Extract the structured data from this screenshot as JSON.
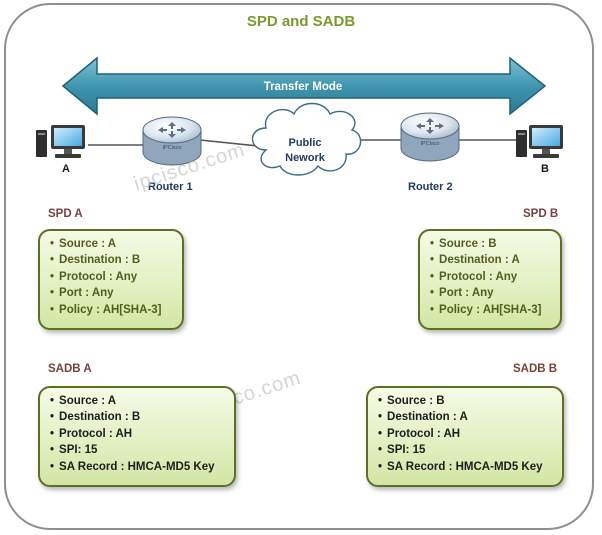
{
  "title": "SPD and SADB",
  "transfer_mode": "Transfer Mode",
  "cloud_label": [
    "Public",
    "Nework"
  ],
  "router_icon_text": "IPCisco",
  "routers": [
    "Router 1",
    "Router 2"
  ],
  "hosts": [
    "A",
    "B"
  ],
  "watermark": "ipcisco.com",
  "spd_a": {
    "title": "SPD A",
    "items": [
      "Source : A",
      "Destination : B",
      "Protocol : Any",
      "Port : Any",
      "Policy  : AH[SHA-3]"
    ]
  },
  "spd_b": {
    "title": "SPD B",
    "items": [
      "Source : B",
      "Destination : A",
      "Protocol : Any",
      "Port : Any",
      "Policy  : AH[SHA-3]"
    ]
  },
  "sadb_a": {
    "title": "SADB A",
    "items": [
      "Source : A",
      "Destination : B",
      "Protocol : AH",
      "SPI: 15",
      "SA Record : HMCA-MD5 Key"
    ]
  },
  "sadb_b": {
    "title": "SADB B",
    "items": [
      "Source : B",
      "Destination : A",
      "Protocol : AH",
      "SPI: 15",
      "SA Record : HMCA-MD5 Key"
    ]
  }
}
